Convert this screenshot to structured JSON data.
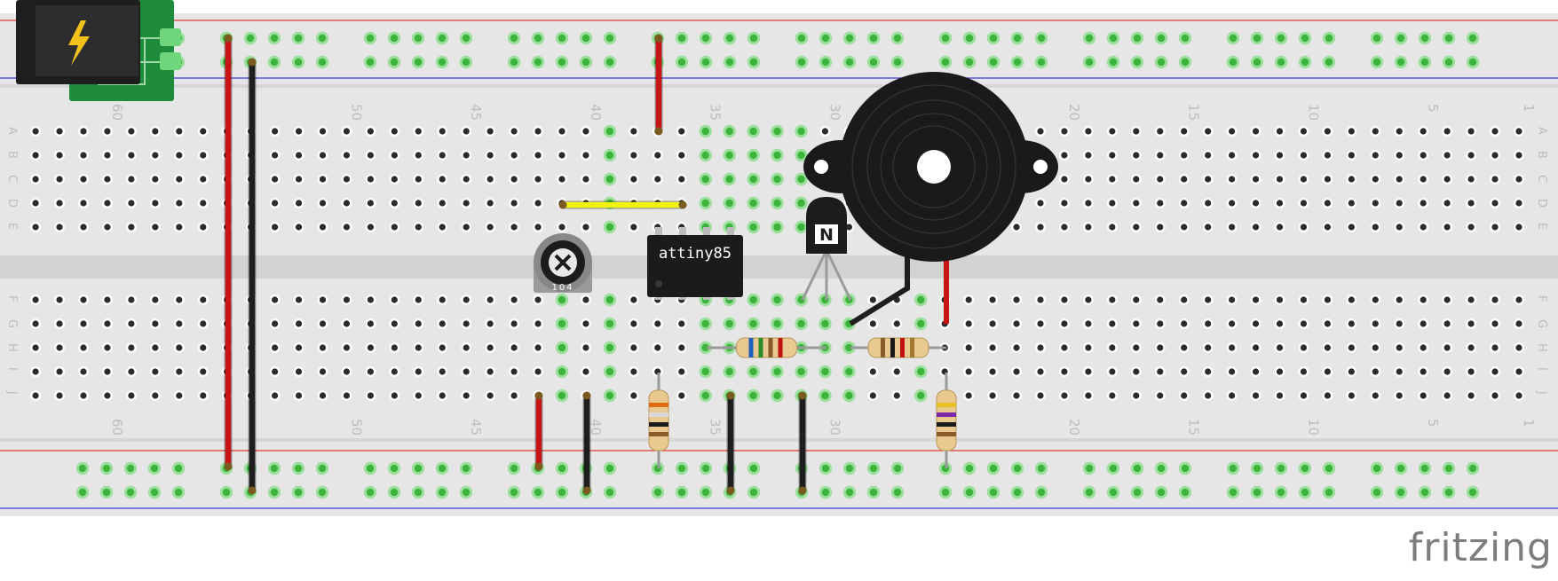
{
  "app": {
    "logo_text": "fritzing"
  },
  "breadboard": {
    "rows_top": [
      "A",
      "B",
      "C",
      "D",
      "E"
    ],
    "rows_bottom": [
      "F",
      "G",
      "H",
      "I",
      "J"
    ],
    "column_markers": [
      "60",
      "50",
      "45",
      "40",
      "35",
      "30",
      "20",
      "15",
      "10",
      "5",
      "1"
    ],
    "colors": {
      "board": "#e6e6e6",
      "channel": "#d2d2d2",
      "rail_red": "#e03a3a",
      "rail_blue": "#3a3ae0",
      "hole": "#2b2b2b",
      "hole_active": "#5ed85e",
      "label": "#bdbdbd"
    }
  },
  "components": {
    "chip_label": "attiny85",
    "transistor_label": "N",
    "pot_label": "104",
    "power_icon": "lightning-bolt-icon"
  },
  "colors": {
    "wire_red": "#c71414",
    "wire_black": "#1e1e1e",
    "wire_yellow": "#f2f20f",
    "buzzer": "#1a1a1a",
    "chip": "#1b1b1b",
    "jack_green": "#1e8c3a",
    "resistor_body": "#e9c98f"
  }
}
